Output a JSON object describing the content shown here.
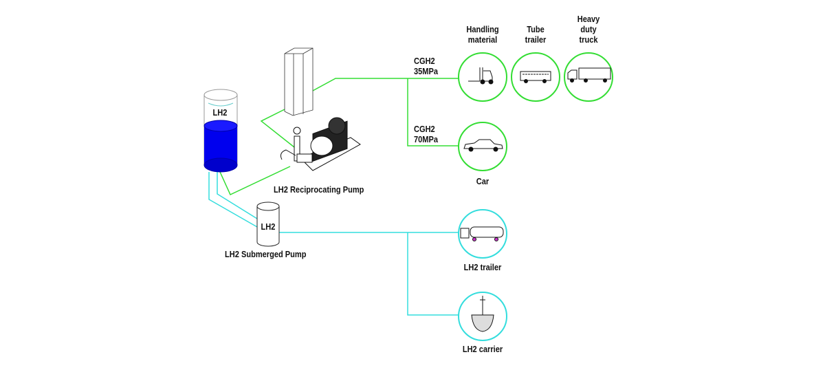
{
  "tank_label": "LH2",
  "submerged_pump": {
    "tank_label": "LH2",
    "caption": "LH2  Submerged  Pump"
  },
  "reciprocating_pump": {
    "caption": "LH2  Reciprocating  Pump"
  },
  "lines": {
    "cgh2_35": "CGH2\n35MPa",
    "cgh2_70": "CGH2\n70MPa"
  },
  "endpoints": [
    {
      "label": "Handling\nmaterial",
      "icon": "forklift-icon"
    },
    {
      "label": "Tube\ntrailer",
      "icon": "bus-icon"
    },
    {
      "label": "Heavy\nduty\ntruck",
      "icon": "truck-icon"
    },
    {
      "label": "Car",
      "icon": "car-icon"
    },
    {
      "label": "LH2  trailer",
      "icon": "tanker-truck-icon"
    },
    {
      "label": "LH2  carrier",
      "icon": "ship-icon"
    }
  ],
  "colors": {
    "gas_line": "#33dd33",
    "liquid_line": "#33dddd",
    "liquid": "#0000ee"
  }
}
